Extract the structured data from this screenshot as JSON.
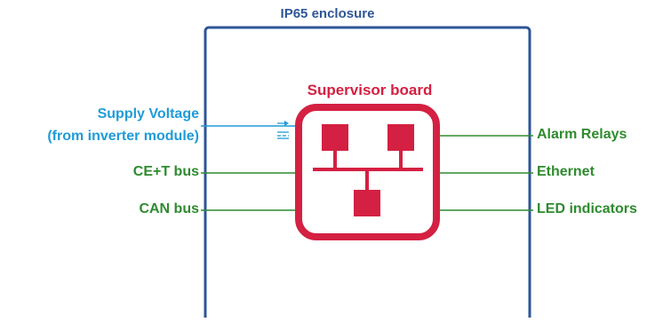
{
  "enclosure": {
    "title": "IP65 enclosure"
  },
  "board": {
    "title": "Supervisor board"
  },
  "inputs": {
    "supply_line1": "Supply Voltage",
    "supply_line2": "(from inverter module)",
    "cet_bus": "CE+T bus",
    "can_bus": "CAN bus"
  },
  "outputs": {
    "alarm_relays": "Alarm Relays",
    "ethernet": "Ethernet",
    "led_indicators": "LED indicators"
  },
  "colors": {
    "enclosure_border": "#2e5597",
    "board": "#d42042",
    "supply": "#1f9bd9",
    "bus": "#2e8b2e"
  }
}
